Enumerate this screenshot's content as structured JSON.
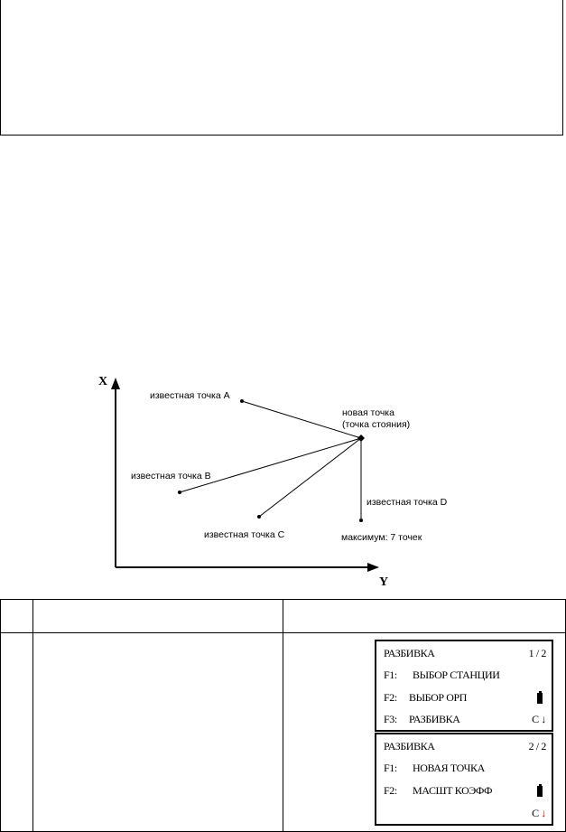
{
  "diagram": {
    "axis_x": "X",
    "axis_y": "Y",
    "point_a": "известная точка А",
    "point_b": "известная точка В",
    "point_c": "известная точка С",
    "point_d": "известная точка D",
    "new_point_line1": "новая точка",
    "new_point_line2": "(точка стояния)",
    "max_note": "максимум: 7 точек"
  },
  "screens": [
    {
      "title": "РАЗБИВКА",
      "page": "1 / 2",
      "items": [
        {
          "key": "F1:",
          "label": "ВЫБОР СТАНЦИИ"
        },
        {
          "key": "F2:",
          "label": "ВЫБОР ОРП"
        },
        {
          "key": "F3:",
          "label": "РАЗБИВКА"
        }
      ],
      "footer": "С",
      "arrow": "↓"
    },
    {
      "title": "РАЗБИВКА",
      "page": "2 / 2",
      "items": [
        {
          "key": "F1:",
          "label": "НОВАЯ ТОЧКА"
        },
        {
          "key": "F2:",
          "label": "МАСШТ КОЭФФ"
        }
      ],
      "footer": "С",
      "arrow": "↓"
    }
  ],
  "colors": {
    "arrow_accent": "#c00000"
  }
}
